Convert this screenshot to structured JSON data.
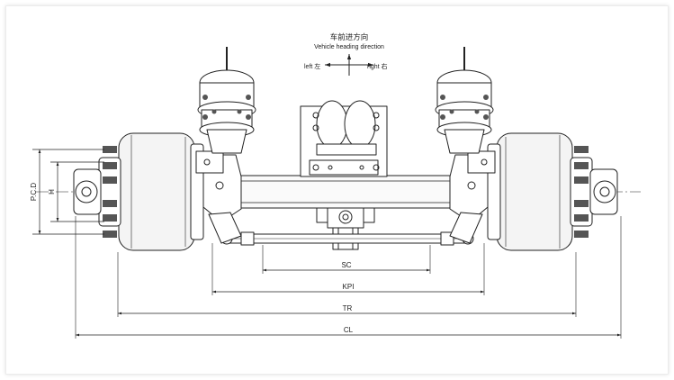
{
  "direction": {
    "title": "车前进方向",
    "subtitle": "Vehicle heading direction",
    "left_label": "left  左",
    "right_label": "right 右"
  },
  "dimensions": {
    "sc": "SC",
    "kpi": "KPI",
    "tr": "TR",
    "cl": "CL",
    "pcd": "P.C.D",
    "h": "H"
  },
  "colors": {
    "line": "#222222",
    "fill": "#f2f2f2",
    "dark": "#555555"
  }
}
